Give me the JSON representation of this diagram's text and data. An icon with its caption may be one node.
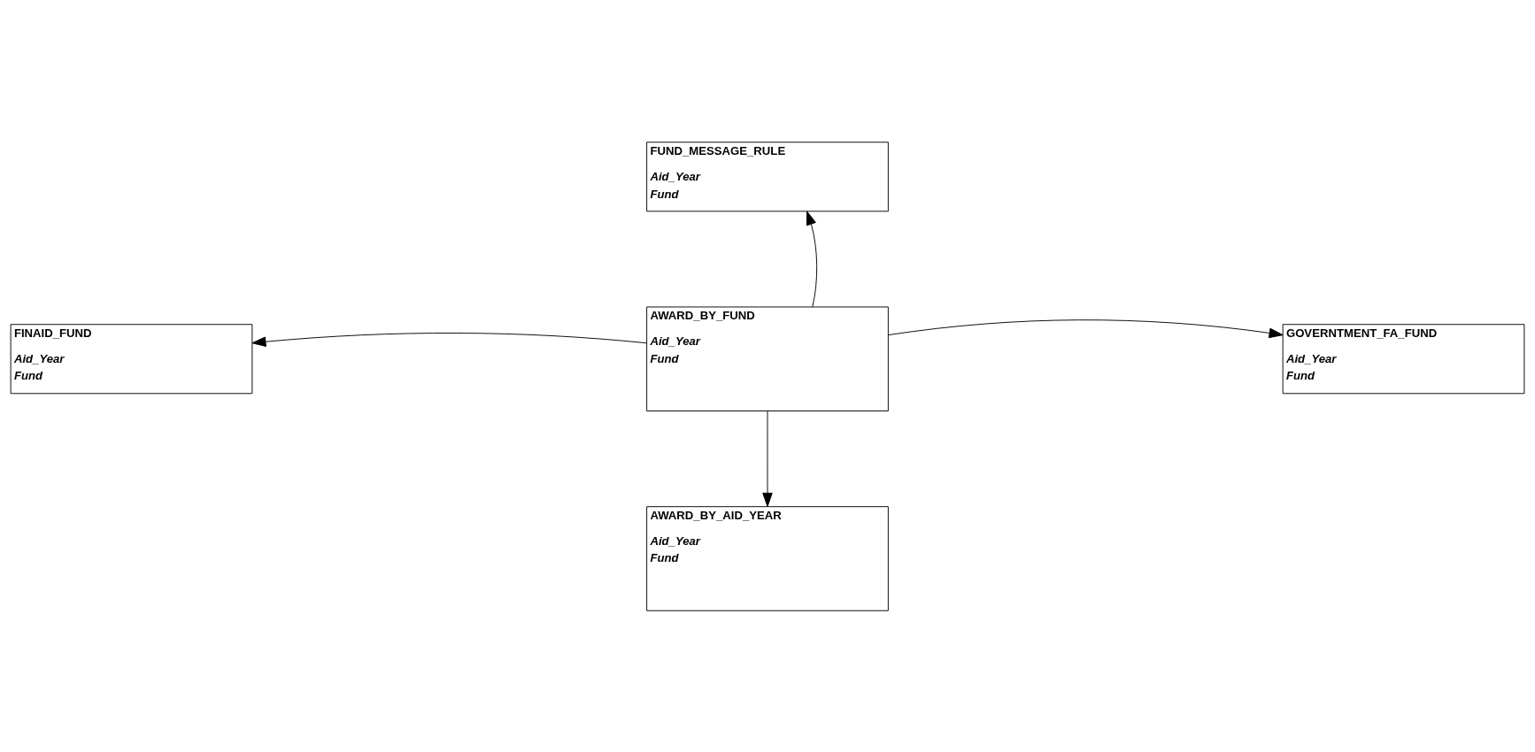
{
  "diagram": {
    "nodes": [
      {
        "text": [
          "FUND_MESSAGE_RULE",
          "Aid_Year",
          "Fund"
        ]
      },
      {
        "text": [
          "FINAID_FUND",
          "Aid_Year",
          "Fund"
        ]
      },
      {
        "text": [
          "AWARD_BY_FUND",
          "Aid_Year",
          "Fund"
        ]
      },
      {
        "text": [
          "GOVERNTMENT_FA_FUND",
          "Aid_Year",
          "Fund"
        ]
      },
      {
        "text": [
          "AWARD_BY_AID_YEAR",
          "Aid_Year",
          "Fund"
        ]
      }
    ],
    "edges": [
      {
        "from": 2,
        "to": 0,
        "arrow": "to"
      },
      {
        "from": 2,
        "to": 1,
        "arrow": "to"
      },
      {
        "from": 2,
        "to": 3,
        "arrow": "to"
      },
      {
        "from": 2,
        "to": 4,
        "arrow": "to"
      }
    ]
  }
}
